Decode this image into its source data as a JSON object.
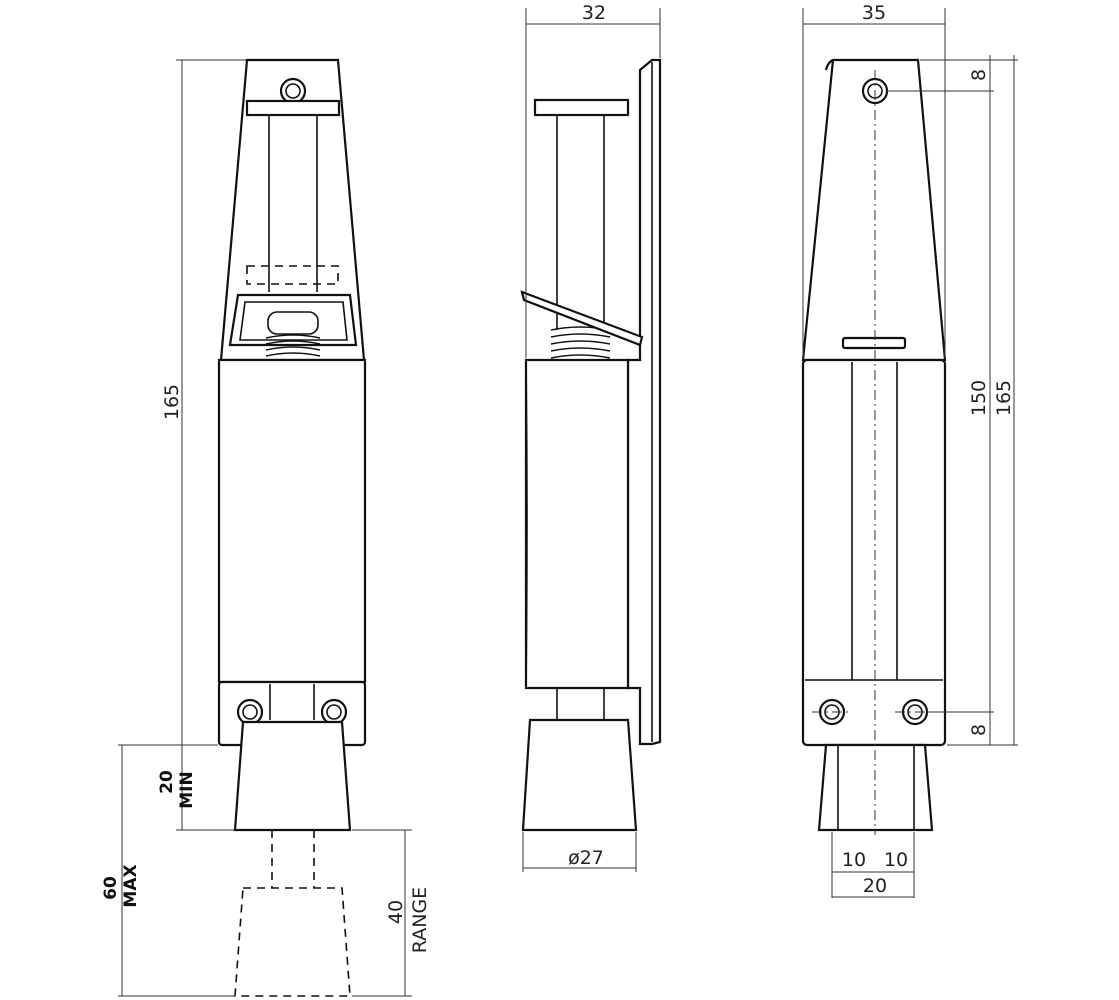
{
  "dimensions": {
    "front_height": "165",
    "min_value": "20",
    "min_label": "MIN",
    "max_value": "60",
    "max_label": "MAX",
    "range_value": "40",
    "range_label": "RANGE",
    "side_width": "32",
    "foot_diameter": "ø27",
    "back_width": "35",
    "top_hole_offset": "8",
    "bottom_hole_offset": "8",
    "hole_span": "150",
    "back_height": "165",
    "foot_half_left": "10",
    "foot_half_right": "10",
    "foot_width": "20"
  }
}
